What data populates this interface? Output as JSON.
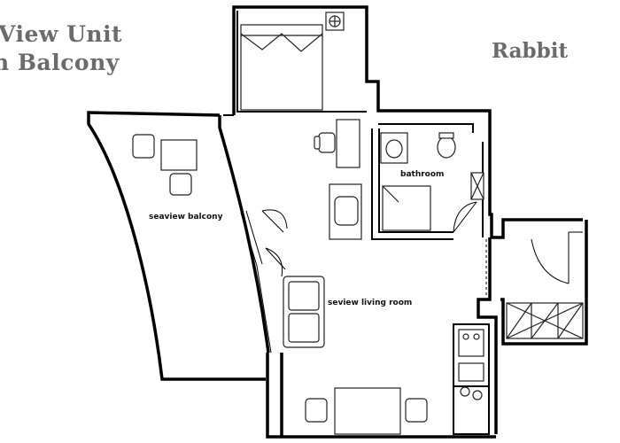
{
  "title": {
    "line1": "View Unit",
    "line2": "n Balcony"
  },
  "brand": "Rabbit",
  "rooms": [
    {
      "id": "bathroom",
      "label": "bathroom"
    },
    {
      "id": "balcony",
      "label": "seaview balcony"
    },
    {
      "id": "living",
      "label": "seview living room"
    }
  ],
  "colors": {
    "wall": "#000000",
    "line": "#222222",
    "title": "#6b6b6b",
    "furniture": "#ffffff"
  }
}
